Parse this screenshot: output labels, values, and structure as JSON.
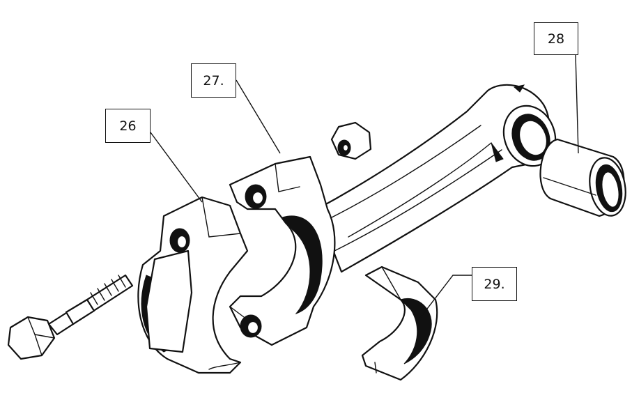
{
  "callouts": {
    "c26": "26",
    "c27": "27.",
    "c28": "28",
    "c29": "29."
  }
}
